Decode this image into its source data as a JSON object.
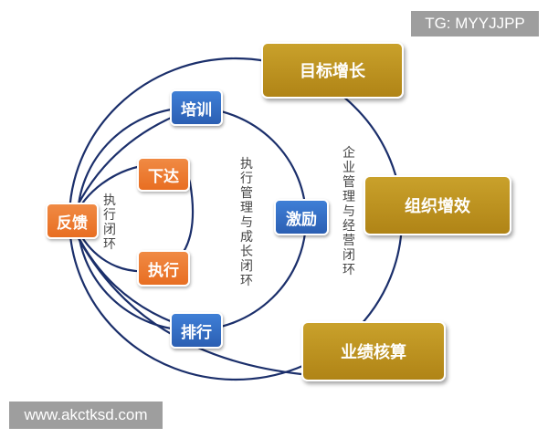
{
  "watermark_top": "TG: MYYJJPP",
  "watermark_bottom": "www.akctksd.com",
  "inner_nodes": {
    "training": "培训",
    "issue": "下达",
    "feedback": "反馈",
    "execute": "执行",
    "motivate": "激励",
    "ranking": "排行"
  },
  "outer_nodes": {
    "target_growth": "目标增长",
    "org_efficiency": "组织增效",
    "performance_accounting": "业绩核算"
  },
  "loop_labels": {
    "execution_loop": "执行闭环",
    "execution_growth_loop": "执行管理与成长闭环",
    "enterprise_loop": "企业管理与经营闭环"
  },
  "colors": {
    "line": "#1b2f6b",
    "blue_box": "#2f6bc4",
    "orange_box": "#ec7a30",
    "gold_box": "#bb8f1d"
  }
}
